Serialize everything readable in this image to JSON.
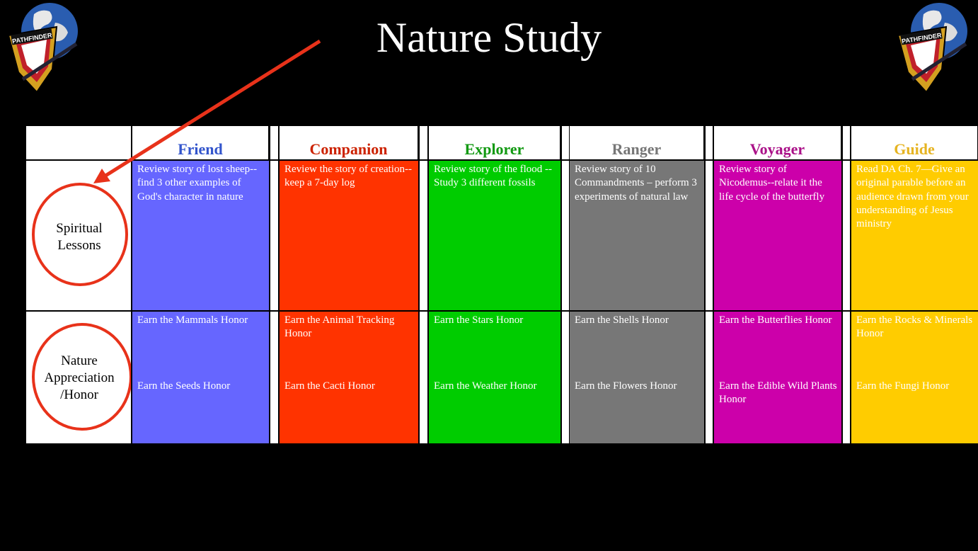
{
  "title": "Nature Study",
  "logo_text": "PATHFINDER",
  "row_labels": {
    "spiritual": "Spiritual Lessons",
    "nature": "Nature Appreciation /Honor"
  },
  "columns": [
    {
      "name": "Friend",
      "color": "#6666ff",
      "header_color": "#3355cc",
      "spiritual": "Review story of lost sheep--find 3 other examples of God's character in nature",
      "honor1": "Earn the Mammals Honor",
      "honor2": "Earn the Seeds Honor"
    },
    {
      "name": "Companion",
      "color": "#ff3300",
      "header_color": "#cc2200",
      "spiritual": "Review the story of creation--keep a 7-day log",
      "honor1": "Earn the Animal Tracking Honor",
      "honor2": "Earn the Cacti Honor"
    },
    {
      "name": "Explorer",
      "color": "#00cc00",
      "header_color": "#119911",
      "spiritual": "Review story of the flood --Study 3 different fossils",
      "honor1": "Earn the Stars Honor",
      "honor2": "Earn the Weather Honor"
    },
    {
      "name": "Ranger",
      "color": "#777777",
      "header_color": "#777777",
      "spiritual": "Review story of 10 Commandments – perform 3 experiments of natural law",
      "honor1": "Earn the Shells Honor",
      "honor2": "Earn the Flowers Honor"
    },
    {
      "name": "Voyager",
      "color": "#cc00aa",
      "header_color": "#aa1188",
      "spiritual": "Review story of Nicodemus--relate it  the life cycle of the  butterfly",
      "honor1": "Earn the Butterflies Honor",
      "honor2": "Earn the Edible Wild  Plants Honor"
    },
    {
      "name": "Guide",
      "color": "#ffcc00",
      "header_color": "#e6b422",
      "spiritual": "Read DA Ch. 7—Give an original parable before an audience drawn from your understanding of Jesus ministry",
      "honor1": "Earn the Rocks & Minerals Honor",
      "honor2": "Earn the Fungi Honor"
    }
  ],
  "accent": "#e8321a"
}
